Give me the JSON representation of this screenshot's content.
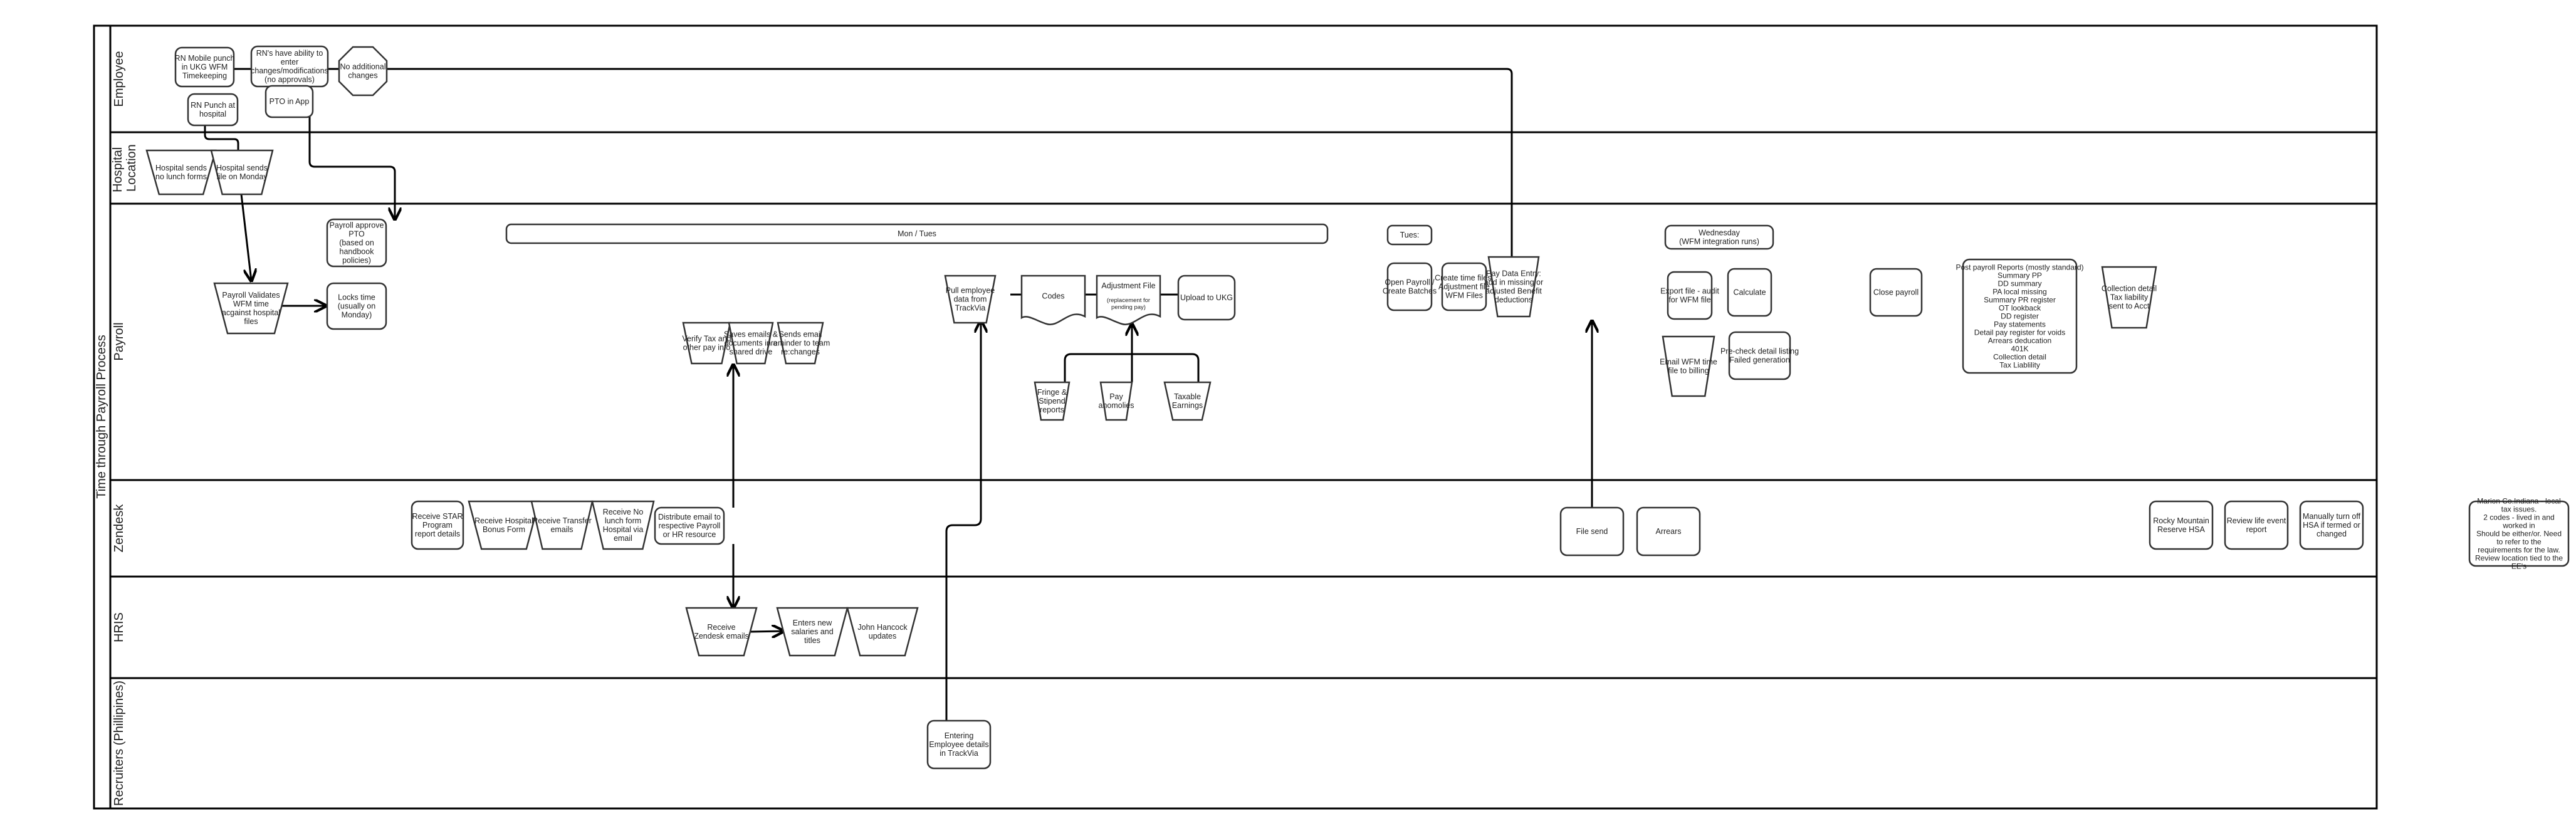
{
  "pool": {
    "title": "Time  through Payroll Process"
  },
  "lanes": [
    {
      "id": "employee",
      "label": "Employee"
    },
    {
      "id": "hospital",
      "label": "Hospital Location",
      "lines": [
        "Hospital",
        "Location"
      ]
    },
    {
      "id": "payroll",
      "label": "Payroll"
    },
    {
      "id": "zendesk",
      "label": "Zendesk"
    },
    {
      "id": "hris",
      "label": "HRIS"
    },
    {
      "id": "recruiters",
      "label": "Recruiters (Phillipines)"
    }
  ],
  "nodes": {
    "rn_mobile_punch": [
      "RN Mobile punch",
      "in UKG WFM",
      "Timekeeping"
    ],
    "rn_ability": [
      "RN's have ability to",
      "enter",
      "changes/modifications",
      "(no approvals)"
    ],
    "no_additional_changes": [
      "No additional",
      "changes"
    ],
    "rn_punch_hospital": [
      "RN Punch at",
      "hospital"
    ],
    "pto_in_app": [
      "PTO in App"
    ],
    "hospital_no_lunch": [
      "Hospital sends",
      "no lunch forms"
    ],
    "hospital_file_monday": [
      "Hospital sends",
      "file on Monday"
    ],
    "payroll_approve_pto": [
      "Payroll approve",
      "PTO",
      "(based on",
      "handbook",
      "policies)"
    ],
    "payroll_validates": [
      "Payroll Validates",
      "WFM time",
      "acgainst hospital",
      "files"
    ],
    "locks_time": [
      "Locks time",
      "(usually on",
      "Monday)"
    ],
    "mon_tues": [
      "Mon / Tues"
    ],
    "verify_tax": [
      "Verify Tax and",
      "other pay info"
    ],
    "saves_emails": [
      "Saves emails &",
      "documents in a",
      "shared drive"
    ],
    "sends_reminder": [
      "Sends email",
      "reminder to team",
      "re:changes"
    ],
    "pull_trackvia": [
      "Pull employee",
      "data from",
      "TrackVia"
    ],
    "codes": [
      "Codes"
    ],
    "adjustment_file": [
      "Adjustment File"
    ],
    "adjustment_file_note": [
      "(replacement for",
      "pending pay)"
    ],
    "upload_ukg": [
      "Upload to UKG"
    ],
    "fringe_stipend": [
      "Fringe &",
      "Stipend",
      "reports"
    ],
    "pay_anomolies": [
      "Pay",
      "anomolies"
    ],
    "taxable_earnings": [
      "Taxable",
      "Earnings"
    ],
    "tues": [
      "Tues:"
    ],
    "open_payroll": [
      "Open Payroll /",
      "Create Batches"
    ],
    "create_time_files": [
      "Create time files:",
      "Adjustment file",
      "WFM Files"
    ],
    "pay_data_entry": [
      "Pay Data Entry:",
      "add in missing or",
      "adjusted Benefit",
      "deductions"
    ],
    "wednesday": [
      "Wednesday",
      "(WFM integration runs)"
    ],
    "export_file": [
      "Export file - audit",
      "for WFM file"
    ],
    "calculate": [
      "Calculate"
    ],
    "email_wfm_billing": [
      "Email WFM time",
      "file to billing"
    ],
    "precheck": [
      "Pre-check detail listing",
      "Failed generation"
    ],
    "close_payroll": [
      "Close payroll"
    ],
    "post_payroll_reports": [
      "Post payroll Reports (mostly standard)",
      "Summary PP",
      "DD summary",
      "PA local missing",
      "Summary PR register",
      "OT lookback",
      "DD register",
      "Pay statements",
      "Detail pay register for voids",
      "Arrears deducation",
      "401K",
      "Collection detail",
      "Tax Liablility"
    ],
    "collection_detail": [
      "Collection detail",
      "Tax liability",
      "sent to Acct"
    ],
    "receive_star": [
      "Receive STAR",
      "Program",
      "report details"
    ],
    "receive_bonus": [
      "Receive Hospital",
      "Bonus Form"
    ],
    "receive_transfer": [
      "Receive Transfer",
      "emails"
    ],
    "receive_no_lunch": [
      "Receive No",
      "lunch form",
      "Hospital via",
      "email"
    ],
    "distribute_email": [
      "Distribute email to",
      "respective Payroll",
      "or HR resource"
    ],
    "file_send": [
      "File send"
    ],
    "arrears": [
      "Arrears"
    ],
    "rocky_mountain": [
      "Rocky Mountain",
      "Reserve HSA"
    ],
    "review_life_event": [
      "Review life event",
      "report"
    ],
    "manually_turn_off": [
      "Manually turn off",
      "HSA if termed or",
      "changed"
    ],
    "receive_zendesk": [
      "Receive",
      "Zendesk emails"
    ],
    "enters_salaries": [
      "Enters new",
      "salaries and",
      "titles"
    ],
    "john_hancock": [
      "John Hancock",
      "updates"
    ],
    "entering_trackvia": [
      "Entering",
      "Employee details",
      "in TrackVia"
    ],
    "marion_note": [
      "Marion Co.Indiana  - local",
      "tax issues.",
      "2 codes - lived in and",
      "worked in",
      "Should be either/or. Need",
      "to refer to the",
      "requirements for the law.",
      "Review location tied to the",
      "EE's"
    ]
  }
}
